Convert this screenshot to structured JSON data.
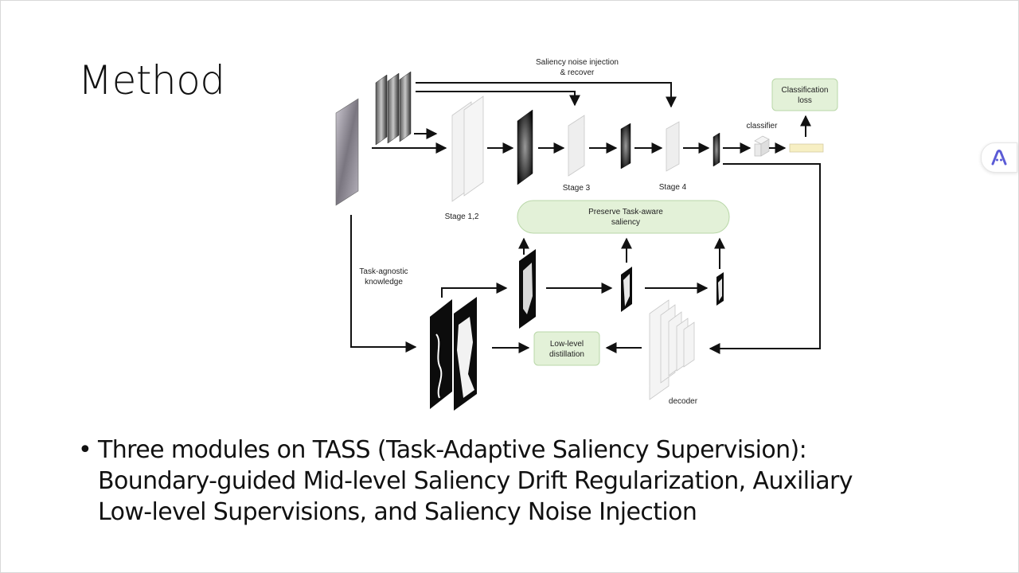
{
  "slide": {
    "title": "Method"
  },
  "diagram": {
    "labels": {
      "noise_line1": "Saliency noise injection",
      "noise_line2": "& recover",
      "classification_line1": "Classification",
      "classification_line2": "loss",
      "classifier": "classifier",
      "stage12": "Stage 1,2",
      "stage3": "Stage 3",
      "stage4": "Stage 4",
      "preserve_line1": "Preserve Task-aware",
      "preserve_line2": "saliency",
      "task_agnostic_line1": "Task-agnostic",
      "task_agnostic_line2": "knowledge",
      "lowlevel_line1": "Low-level",
      "lowlevel_line2": "distillation",
      "decoder": "decoder"
    }
  },
  "bullets": [
    {
      "lines": [
        "Three modules on TASS (Task-Adaptive Saliency Supervision):",
        "Boundary-guided Mid-level Saliency Drift Regularization, Auxiliary",
        "Low-level Supervisions, and Saliency Noise Injection"
      ]
    }
  ],
  "colors": {
    "green_box_fill": "#e3f1d8",
    "green_box_stroke": "#b9d7a8",
    "accent_button": "#5b5bd6"
  },
  "icons": {
    "floating_button": "assistant-icon"
  }
}
